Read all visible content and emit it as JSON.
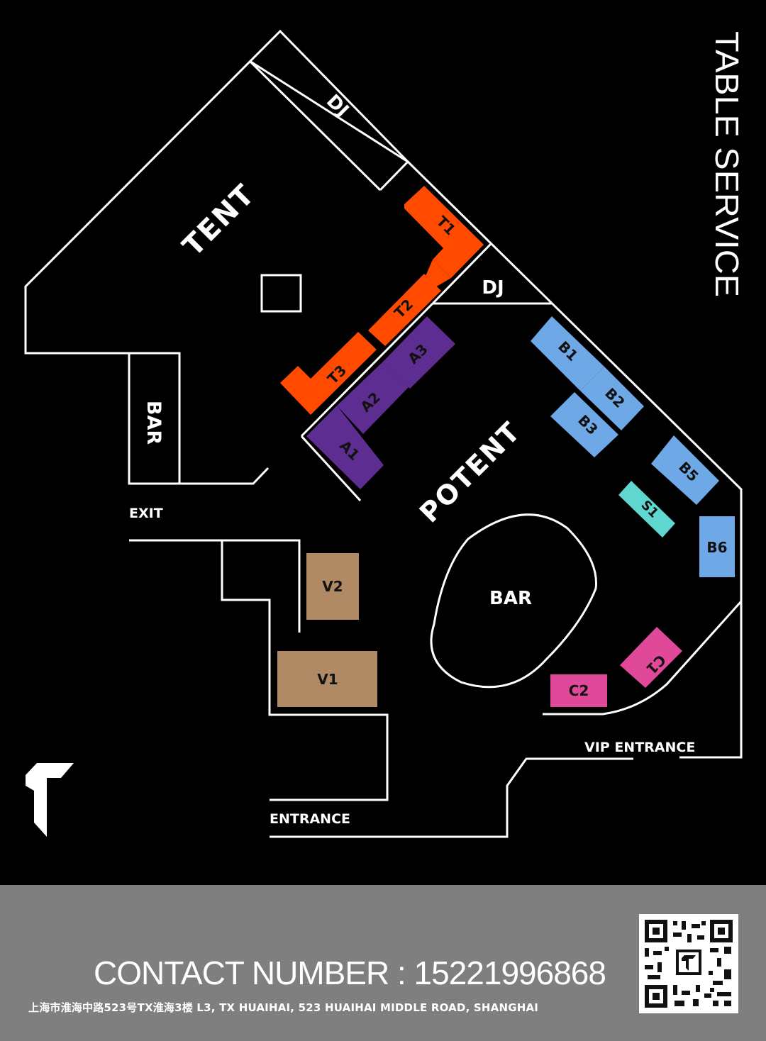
{
  "title": "TABLE SERVICE",
  "areas": {
    "dj_top": "DJ",
    "dj_mid": "DJ",
    "tent": "TENT",
    "bar_left": "BAR",
    "bar_center": "BAR",
    "potent": "POTENT",
    "exit": "EXIT",
    "entrance": "ENTRANCE",
    "vip_entrance": "VIP ENTRANCE"
  },
  "tables": {
    "T1": "T1",
    "T2": "T2",
    "T3": "T3",
    "A1": "A1",
    "A2": "A2",
    "A3": "A3",
    "B1": "B1",
    "B2": "B2",
    "B3": "B3",
    "B5": "B5",
    "B6": "B6",
    "S1": "S1",
    "C1": "C1",
    "C2": "C2",
    "V1": "V1",
    "V2": "V2"
  },
  "colors": {
    "tent_tables": "#ff4a00",
    "potent_a_tables": "#5e2d91",
    "b_tables": "#6fa8e6",
    "s_table": "#5fd6cf",
    "c_tables": "#e0499a",
    "v_tables": "#b08a64",
    "footer": "#7f7f7f"
  },
  "footer": {
    "contact": "CONTACT NUMBER : 15221996868",
    "address": "上海市淮海中路523号TX淮海3楼  L3, TX HUAIHAI, 523 HUAIHAI MIDDLE ROAD, SHANGHAI"
  },
  "icons": {
    "logo": "tx-logo-icon",
    "qr": "qr-code-icon"
  }
}
